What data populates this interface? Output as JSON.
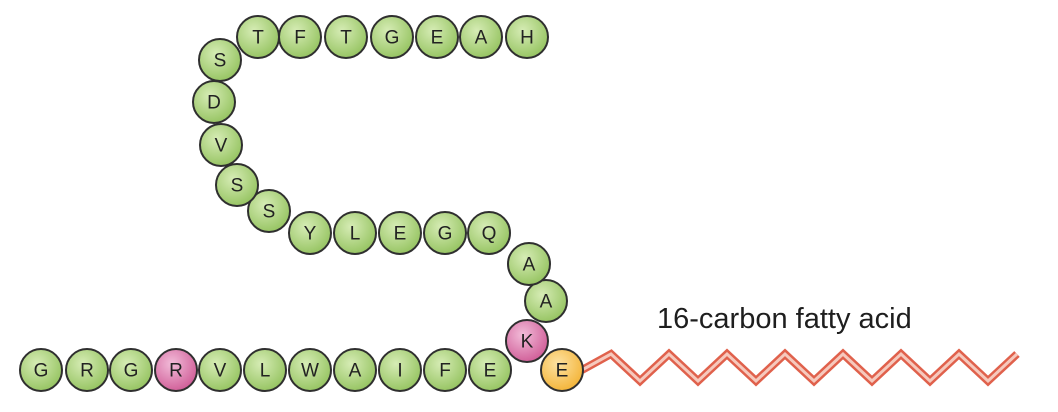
{
  "fatty_acid_label": "16-carbon fatty acid",
  "colors": {
    "standard": "#93c25e",
    "standard_light": "#d6ecb5",
    "basic": "#cf5a95",
    "basic_light": "#f2bcd9",
    "acylated": "#f3b234",
    "acylated_light": "#fde2a2",
    "chain": "#e0614c",
    "chain_light": "#f6c9bd",
    "outline": "#2f2f2f"
  },
  "residues": [
    {
      "letter": "G",
      "type": "standard"
    },
    {
      "letter": "R",
      "type": "standard"
    },
    {
      "letter": "G",
      "type": "standard"
    },
    {
      "letter": "R",
      "type": "basic"
    },
    {
      "letter": "V",
      "type": "standard"
    },
    {
      "letter": "L",
      "type": "standard"
    },
    {
      "letter": "W",
      "type": "standard"
    },
    {
      "letter": "A",
      "type": "standard"
    },
    {
      "letter": "I",
      "type": "standard"
    },
    {
      "letter": "F",
      "type": "standard"
    },
    {
      "letter": "E",
      "type": "standard"
    },
    {
      "letter": "K",
      "type": "basic"
    },
    {
      "letter": "A",
      "type": "standard"
    },
    {
      "letter": "A",
      "type": "standard"
    },
    {
      "letter": "Q",
      "type": "standard"
    },
    {
      "letter": "G",
      "type": "standard"
    },
    {
      "letter": "E",
      "type": "standard"
    },
    {
      "letter": "L",
      "type": "standard"
    },
    {
      "letter": "Y",
      "type": "standard"
    },
    {
      "letter": "S",
      "type": "standard"
    },
    {
      "letter": "S",
      "type": "standard"
    },
    {
      "letter": "V",
      "type": "standard"
    },
    {
      "letter": "D",
      "type": "standard"
    },
    {
      "letter": "S",
      "type": "standard"
    },
    {
      "letter": "T",
      "type": "standard"
    },
    {
      "letter": "F",
      "type": "standard"
    },
    {
      "letter": "T",
      "type": "standard"
    },
    {
      "letter": "G",
      "type": "standard"
    },
    {
      "letter": "E",
      "type": "standard"
    },
    {
      "letter": "A",
      "type": "standard"
    },
    {
      "letter": "H",
      "type": "standard"
    }
  ],
  "acylated_residue": {
    "letter": "E",
    "type": "acylated"
  }
}
